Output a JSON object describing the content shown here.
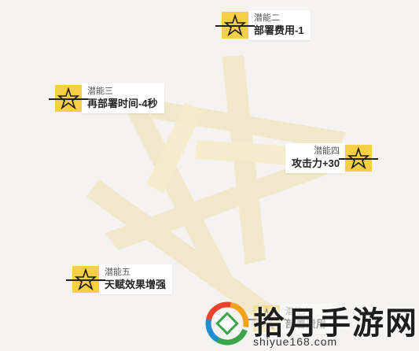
{
  "nodes": [
    {
      "id": "potential-2",
      "sub": "潜能二",
      "main": "部署费用-1"
    },
    {
      "id": "potential-3",
      "sub": "潜能三",
      "main": "再部署时间-4秒"
    },
    {
      "id": "potential-4",
      "sub": "潜能四",
      "main": "攻击力+30"
    },
    {
      "id": "potential-5",
      "sub": "潜能五",
      "main": "天赋效果增强"
    },
    {
      "id": "potential-6",
      "sub": "潜能六",
      "main": "部署费用"
    }
  ],
  "watermark": {
    "title": "拾月手游网",
    "url": "shiyue168.com"
  },
  "icons": {
    "rank": "pentagram-icon",
    "logo": "shiyue-logo-icon"
  },
  "colors": {
    "accent": "#f6cf46",
    "background": "#f4f3f1",
    "star": "#f1e6c0"
  }
}
